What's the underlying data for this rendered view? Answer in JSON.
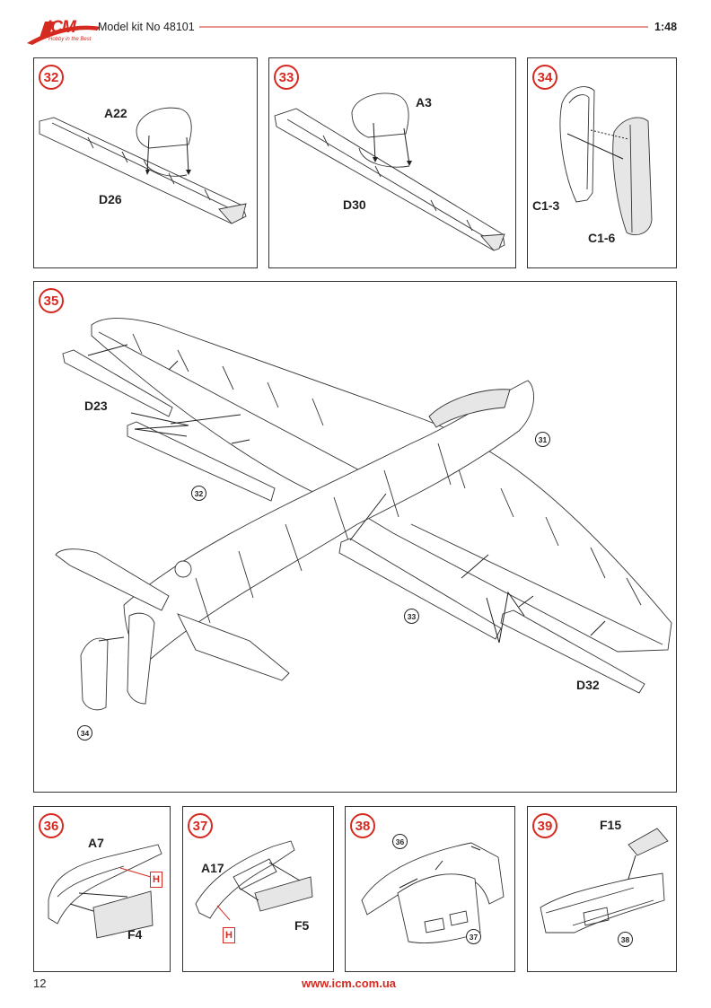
{
  "header": {
    "brand": "ICM",
    "slogan": "Hobby in the Best",
    "kit": "Model kit No 48101",
    "scale": "1:48"
  },
  "steps": {
    "s32": {
      "num": "32",
      "parts": [
        "A22",
        "D26"
      ]
    },
    "s33": {
      "num": "33",
      "parts": [
        "A3",
        "D30"
      ]
    },
    "s34": {
      "num": "34",
      "parts": [
        "C1-3",
        "C1-6"
      ]
    },
    "s35": {
      "num": "35",
      "parts": [
        "D23",
        "D32"
      ],
      "refs": [
        "31",
        "32",
        "33",
        "34"
      ]
    },
    "s36": {
      "num": "36",
      "parts": [
        "A7",
        "F4"
      ],
      "marker": "H"
    },
    "s37": {
      "num": "37",
      "parts": [
        "A17",
        "F5"
      ],
      "marker": "H"
    },
    "s38": {
      "num": "38",
      "refs": [
        "36",
        "37"
      ]
    },
    "s39": {
      "num": "39",
      "parts": [
        "F15"
      ],
      "refs": [
        "38"
      ]
    }
  },
  "footer": {
    "page": "12",
    "url": "www.icm.com.ua"
  },
  "colors": {
    "accent": "#d62a20",
    "line": "#333333"
  }
}
